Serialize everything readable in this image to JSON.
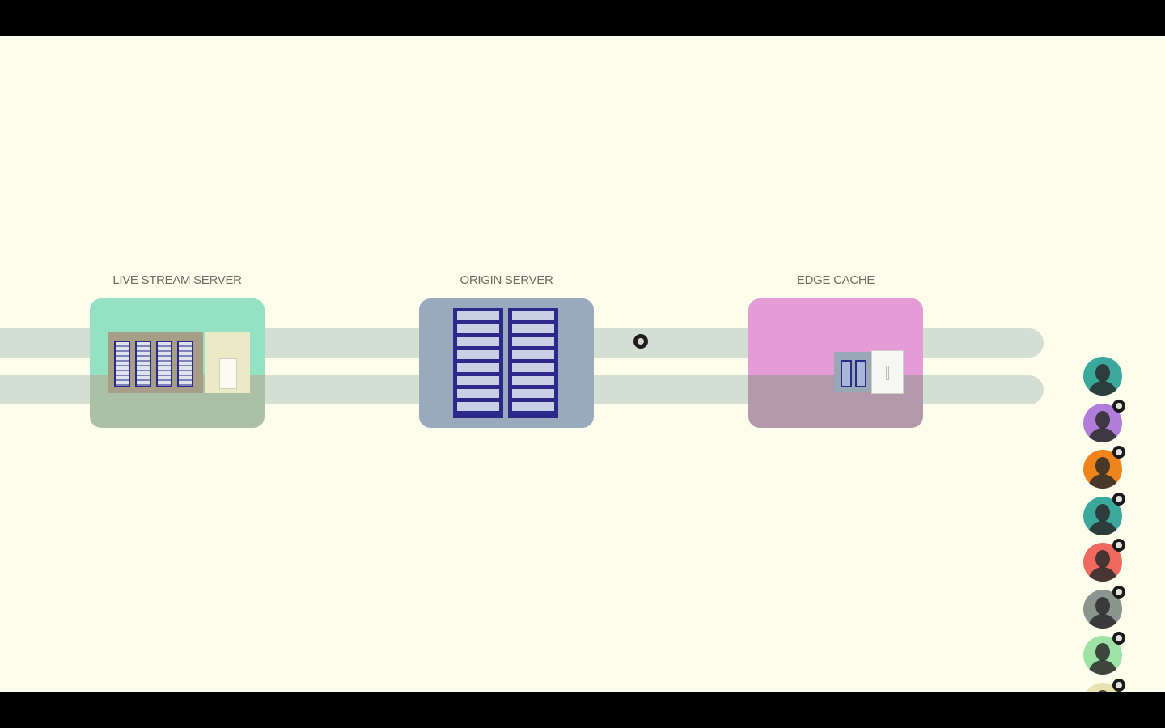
{
  "nodes": {
    "live_stream": {
      "label": "LIVE STREAM SERVER"
    },
    "origin": {
      "label": "ORIGIN SERVER"
    },
    "edge_cache": {
      "label": "EDGE CACHE"
    }
  },
  "colors": {
    "background": "#fdfdec",
    "lane": "#d4dfd3",
    "live_top": "#94e1c3",
    "live_bottom": "#acc0a8",
    "origin": "#9aaabd",
    "edge_top": "#e59bd6",
    "edge_bottom": "#b499ab",
    "rack": "#2b2a8a"
  },
  "clients": [
    {
      "color": "#3aa99b",
      "badge": false
    },
    {
      "color": "#b07ed8",
      "badge": true
    },
    {
      "color": "#f0841c",
      "badge": true
    },
    {
      "color": "#3aa99b",
      "badge": true
    },
    {
      "color": "#ef6a5e",
      "badge": true
    },
    {
      "color": "#8a9590",
      "badge": true
    },
    {
      "color": "#9fe2a6",
      "badge": true
    },
    {
      "color": "#e8e2b0",
      "badge": true
    }
  ]
}
